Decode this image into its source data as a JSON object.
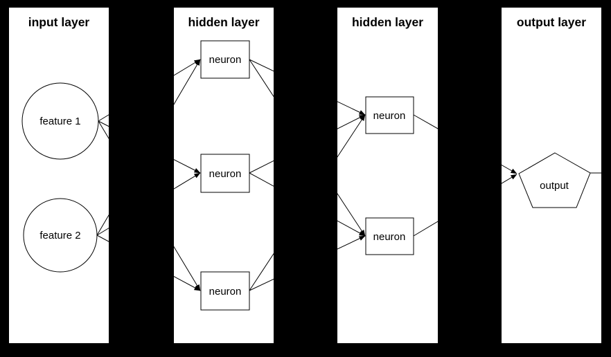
{
  "diagram": {
    "type": "neural-network",
    "background_color": "#000000",
    "panel_color": "#ffffff",
    "line_color": "#000000",
    "text_color": "#000000",
    "layers": [
      {
        "title": "input layer",
        "nodes": [
          {
            "id": "feature1",
            "label": "feature 1",
            "shape": "circle"
          },
          {
            "id": "feature2",
            "label": "feature 2",
            "shape": "circle"
          }
        ]
      },
      {
        "title": "hidden layer",
        "nodes": [
          {
            "id": "h1n1",
            "label": "neuron",
            "shape": "rect"
          },
          {
            "id": "h1n2",
            "label": "neuron",
            "shape": "rect"
          },
          {
            "id": "h1n3",
            "label": "neuron",
            "shape": "rect"
          }
        ]
      },
      {
        "title": "hidden layer",
        "nodes": [
          {
            "id": "h2n1",
            "label": "neuron",
            "shape": "rect"
          },
          {
            "id": "h2n2",
            "label": "neuron",
            "shape": "rect"
          }
        ]
      },
      {
        "title": "output layer",
        "nodes": [
          {
            "id": "output",
            "label": "output",
            "shape": "pentagon"
          }
        ]
      }
    ],
    "connections": [
      {
        "from": "feature1",
        "to": "h1n1"
      },
      {
        "from": "feature1",
        "to": "h1n2"
      },
      {
        "from": "feature1",
        "to": "h1n3"
      },
      {
        "from": "feature2",
        "to": "h1n1"
      },
      {
        "from": "feature2",
        "to": "h1n2"
      },
      {
        "from": "feature2",
        "to": "h1n3"
      },
      {
        "from": "h1n1",
        "to": "h2n1"
      },
      {
        "from": "h1n1",
        "to": "h2n2"
      },
      {
        "from": "h1n2",
        "to": "h2n1"
      },
      {
        "from": "h1n2",
        "to": "h2n2"
      },
      {
        "from": "h1n3",
        "to": "h2n1"
      },
      {
        "from": "h1n3",
        "to": "h2n2"
      },
      {
        "from": "h2n1",
        "to": "output"
      },
      {
        "from": "h2n2",
        "to": "output"
      },
      {
        "from": "output",
        "to": "external-right-edge"
      }
    ]
  }
}
